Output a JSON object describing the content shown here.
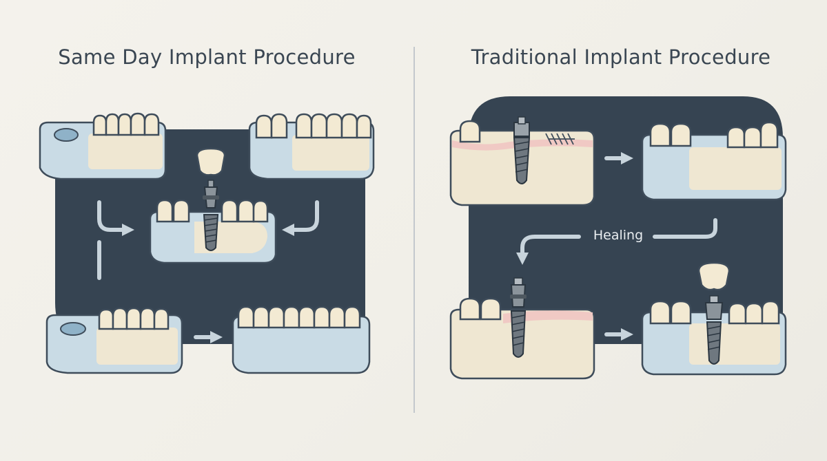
{
  "left_panel": {
    "title": "Same Day Implant Procedure"
  },
  "right_panel": {
    "title": "Traditional Implant Procedure",
    "healing_label": "Healing"
  },
  "colors": {
    "background": "#f2f0ea",
    "panel_backdrop": "#364452",
    "gum_tissue": "#c9dbe5",
    "bone": "#efe7d2",
    "tooth_enamel": "#f3ead3",
    "implant_metal": "#6f7880",
    "arrow": "#c8d4dc",
    "healing_gum_pink": "#f0c9c4",
    "title_text": "#3a4652"
  }
}
